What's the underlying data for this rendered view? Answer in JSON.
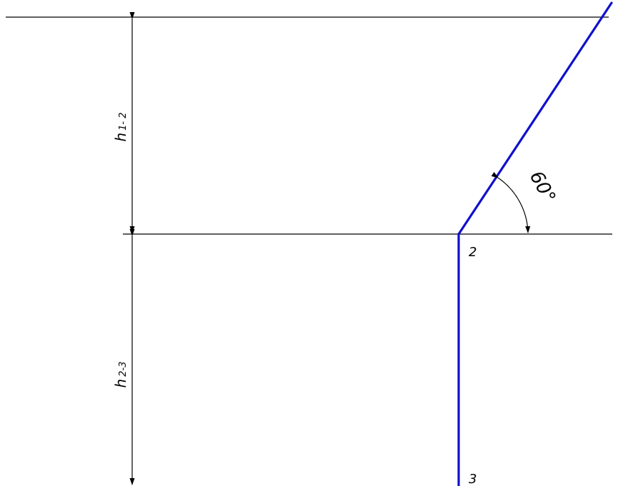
{
  "diagram": {
    "angle_label": "60°",
    "dimension_1_2": {
      "symbol": "h",
      "subscript": "1- 2"
    },
    "dimension_2_3": {
      "symbol": "h",
      "subscript": "2-3"
    },
    "point_2_label": "2",
    "point_3_label": "3",
    "line_color": "#1010cc"
  }
}
